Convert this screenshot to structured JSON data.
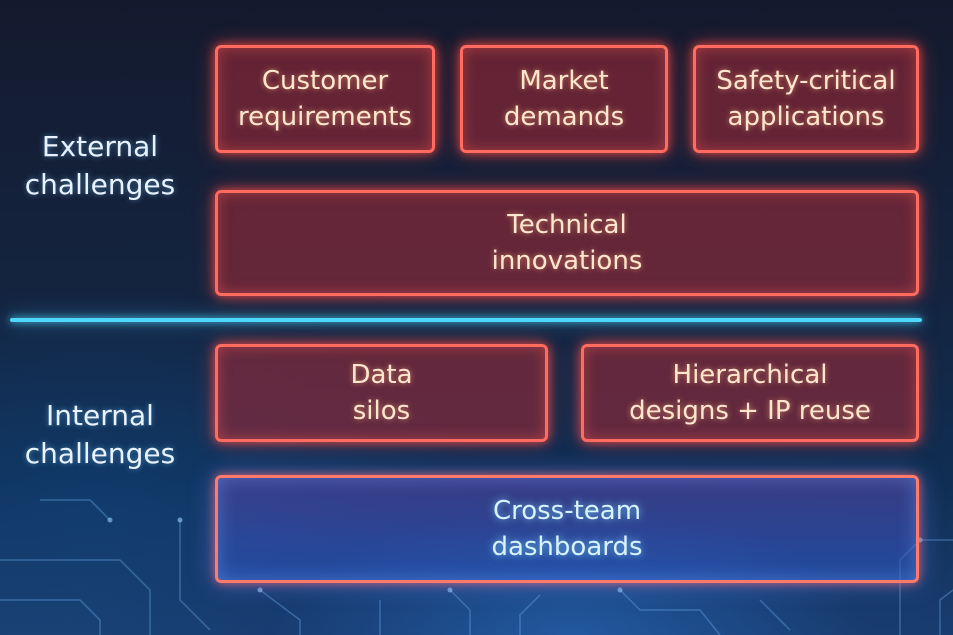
{
  "sections": {
    "external": {
      "label_lines": [
        "External",
        "challenges"
      ],
      "boxes": [
        {
          "lines": [
            "Customer",
            "requirements"
          ]
        },
        {
          "lines": [
            "Market",
            "demands"
          ]
        },
        {
          "lines": [
            "Safety-critical",
            "applications"
          ]
        },
        {
          "lines": [
            "Technical",
            "innovations"
          ]
        }
      ]
    },
    "internal": {
      "label_lines": [
        "Internal",
        "challenges"
      ],
      "boxes": [
        {
          "lines": [
            "Data",
            "silos"
          ]
        },
        {
          "lines": [
            "Hierarchical",
            "designs + IP reuse"
          ]
        },
        {
          "lines": [
            "Cross-team",
            "dashboards"
          ]
        }
      ]
    }
  },
  "colors": {
    "box_border": "#ff6b5e",
    "box_text": "#ffe7cf",
    "divider": "#4fd8ff",
    "label_text": "#e9f3ff"
  }
}
